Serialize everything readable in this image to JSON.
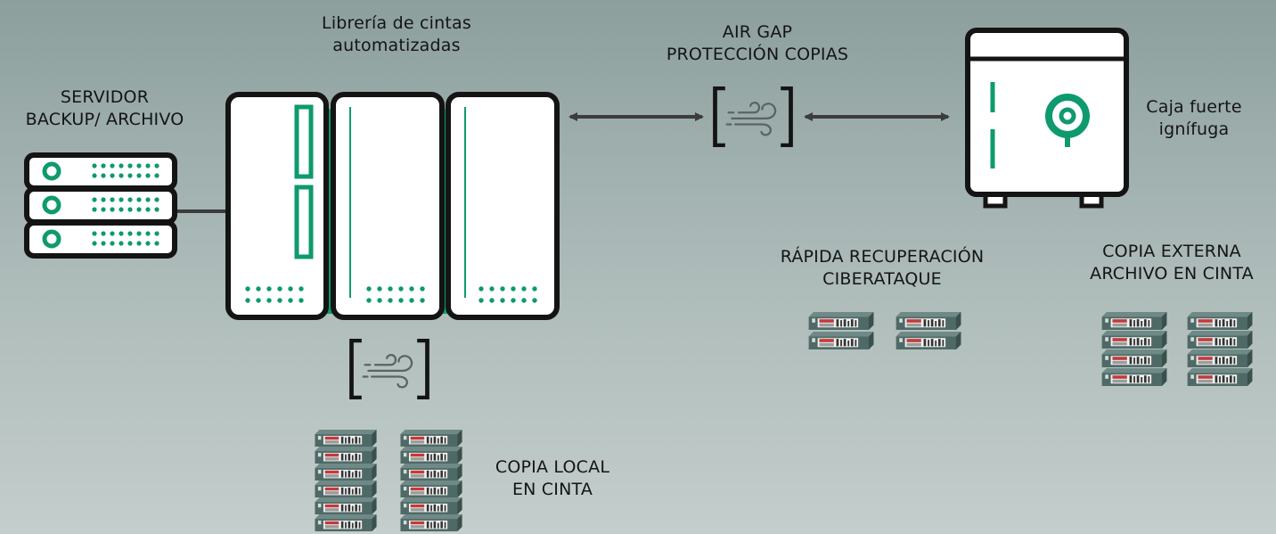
{
  "labels": {
    "server": [
      "SERVIDOR",
      "BACKUP/ ARCHIVO"
    ],
    "library": [
      "Librería de cintas",
      "automatizadas"
    ],
    "airgap": [
      "AIR GAP",
      "PROTECCIÓN COPIAS"
    ],
    "safe": [
      "Caja fuerte",
      "ignífuga"
    ],
    "recovery": [
      "RÁPIDA RECUPERACIÓN",
      "CIBERATAQUE"
    ],
    "external": [
      "COPIA EXTERNA",
      "ARCHIVO EN CINTA"
    ],
    "local": [
      "COPIA LOCAL",
      "EN CINTA"
    ]
  },
  "colors": {
    "accent": "#0e9a6e",
    "outline": "#141414",
    "panel": "#ffffff",
    "arrow": "#3c3c3c",
    "tape_body": "#4f6a66",
    "tape_label": "#c23a3a"
  },
  "icons": {
    "server": "server-rack-icon",
    "library": "tape-library-icon",
    "airgap": "wind-air-gap-icon",
    "safe": "fireproof-safe-icon",
    "tape": "tape-cartridge-icon"
  }
}
